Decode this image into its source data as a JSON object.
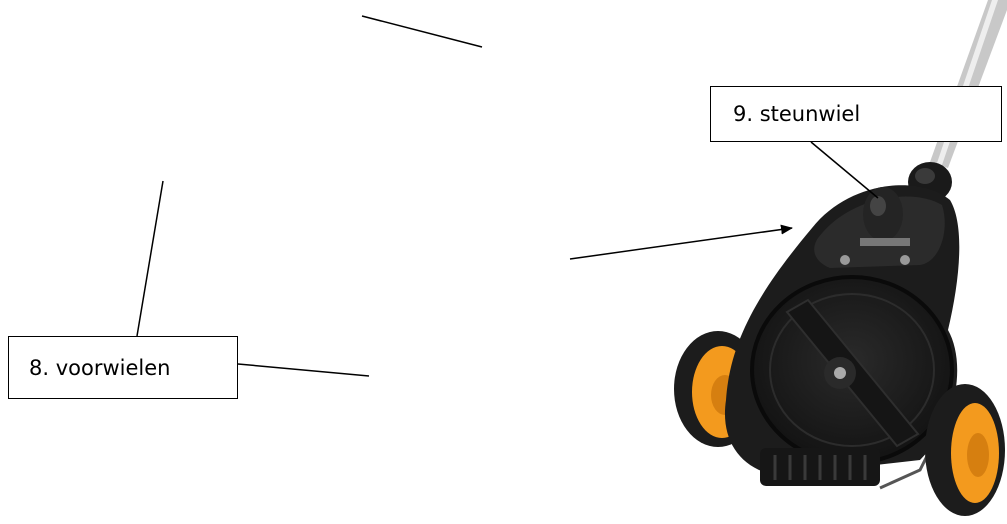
{
  "labels": {
    "steunwiel": "9. steunwiel",
    "voorwielen": "8. voorwielen"
  },
  "colors": {
    "body": "#1c1c1c",
    "wheel_hub": "#f39a1e",
    "handle": "#c8c8c8",
    "line": "#000000"
  },
  "icons": [
    "lawnmower-illustration",
    "arrow-icon"
  ]
}
